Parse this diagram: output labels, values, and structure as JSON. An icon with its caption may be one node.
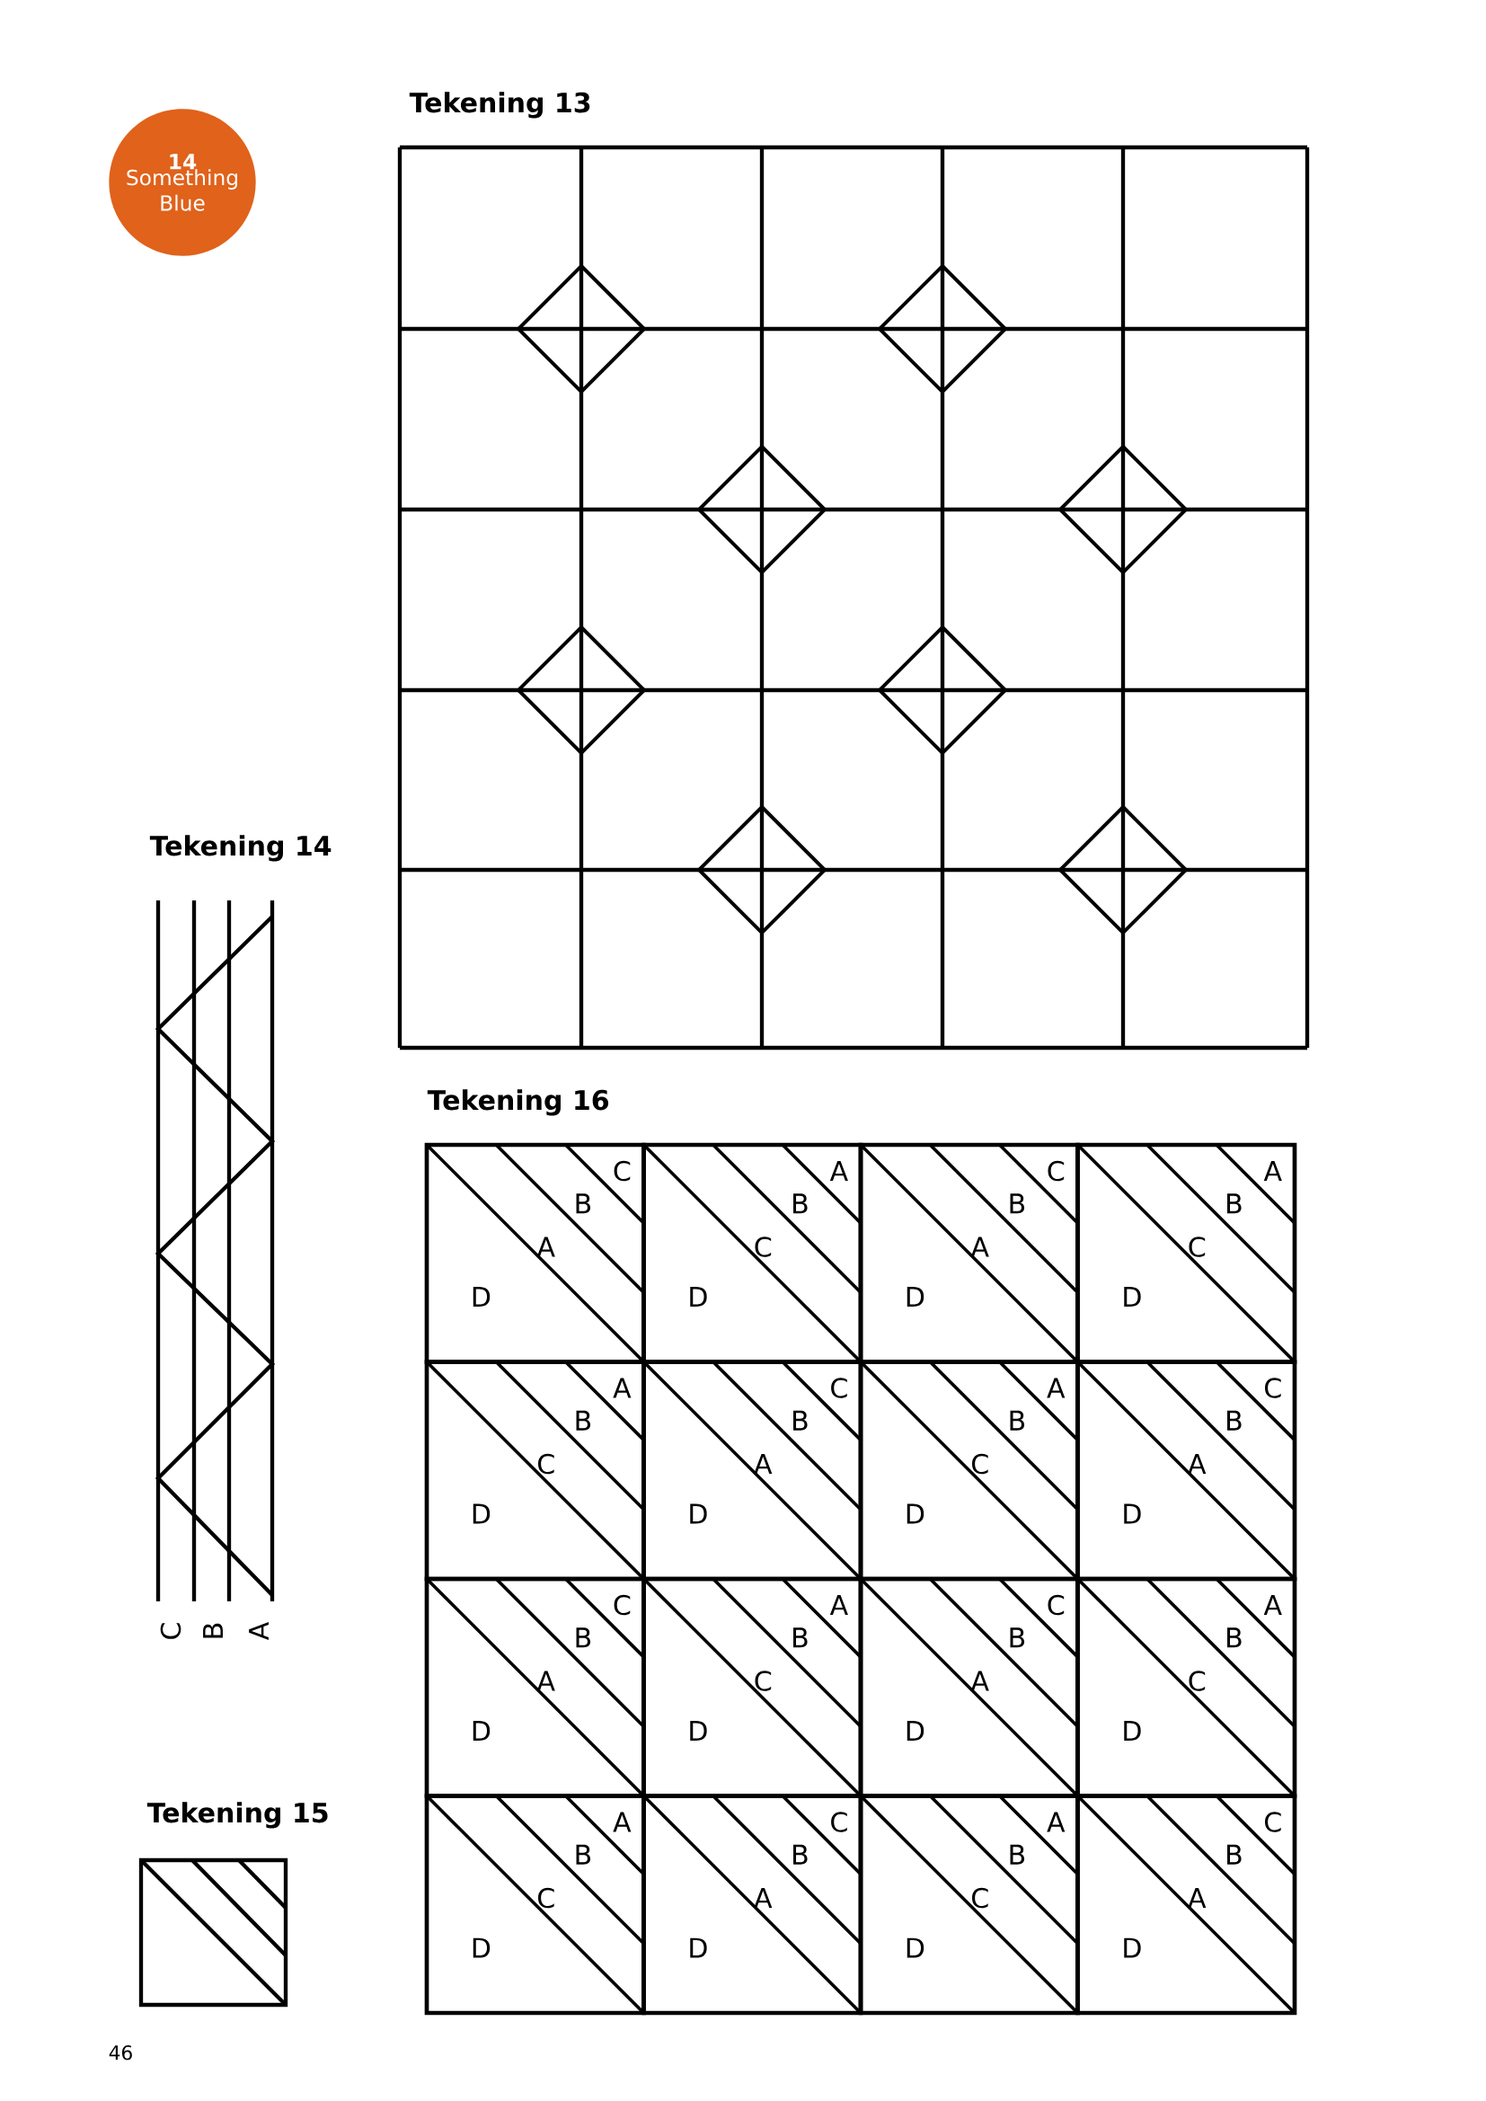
{
  "diagram": {
    "nodes": [
      {
        "text": [
          "14",
          "Something Blue"
        ]
      }
    ],
    "labels": [
      "Tekening 13",
      "Tekening 14",
      "C",
      "B",
      "A",
      "Tekening 16",
      "C",
      "B",
      "A",
      "D",
      "A",
      "B",
      "C",
      "D",
      "C",
      "B",
      "A",
      "D",
      "A",
      "B",
      "C",
      "D",
      "A",
      "B",
      "C",
      "D",
      "C",
      "B",
      "A",
      "D",
      "A",
      "B",
      "C",
      "D",
      "C",
      "B",
      "A",
      "D",
      "C",
      "B",
      "A",
      "D",
      "A",
      "B",
      "C",
      "D",
      "C",
      "B",
      "A",
      "D",
      "A",
      "B",
      "C",
      "D",
      "A",
      "B",
      "C",
      "D",
      "C",
      "B",
      "A",
      "D",
      "A",
      "B",
      "C",
      "D",
      "C",
      "B",
      "A",
      "D",
      "Tekening 15",
      "46"
    ]
  }
}
